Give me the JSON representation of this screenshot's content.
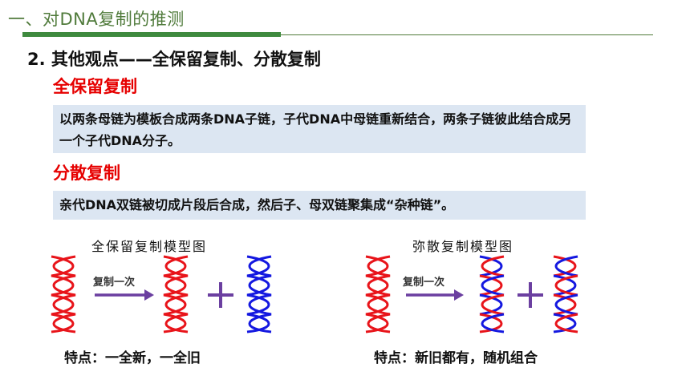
{
  "header": {
    "title": "一、对DNA复制的推测"
  },
  "section": {
    "title": "2. 其他观点——全保留复制、分散复制"
  },
  "conservative": {
    "title": "全保留复制",
    "description": "以两条母链为模板合成两条DNA子链，子代DNA中母链重新结合，两条子链彼此结合成另一个子代DNA分子。",
    "model_title": "全保留复制模型图",
    "arrow_label": "复制一次",
    "feature": "特点：一全新，一全旧"
  },
  "dispersive": {
    "title": "分散复制",
    "description": "亲代DNA双链被切成片段后合成，然后子、母双链聚集成“杂种链”。",
    "model_title": "弥散复制模型图",
    "arrow_label": "复制一次",
    "feature": "特点：新旧都有，随机组合"
  },
  "colors": {
    "parent_strand": "#e8141a",
    "new_strand": "#1418e0",
    "arrow": "#6b3fa0",
    "plus": "#6b3fa0"
  }
}
